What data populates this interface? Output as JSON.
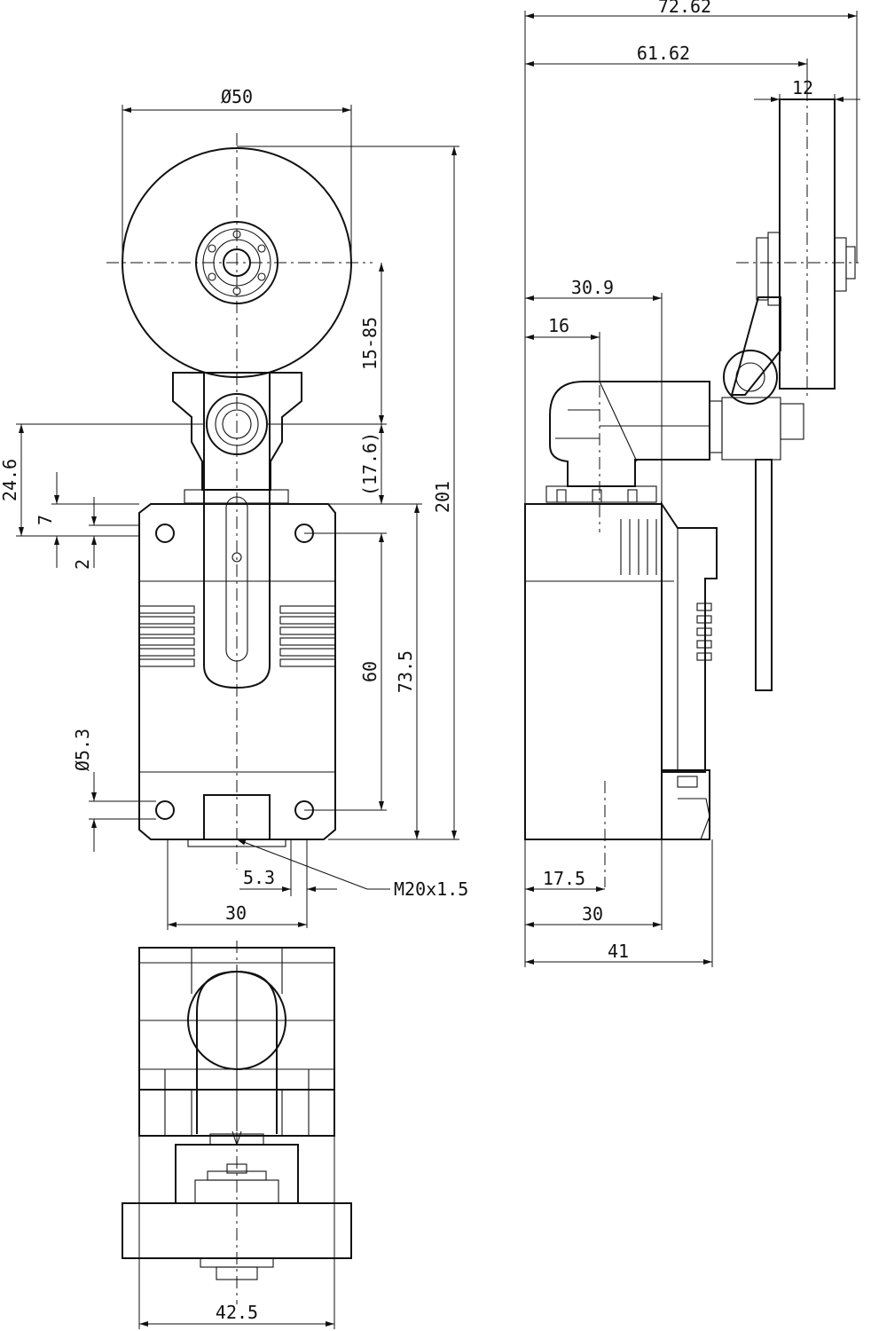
{
  "drawing": {
    "front_view": {
      "roller_diameter": "Ø50",
      "lever_range": "15-85",
      "pivot_offset": "(17.6)",
      "overall_height": "201",
      "body_height": "73.5",
      "mount_hole_spacing_v": "60",
      "pivot_height": "24.6",
      "top_offset": "7",
      "flange_offset": "2",
      "hole_diameter": "Ø5.3",
      "conduit_offset": "5.3",
      "conduit_thread": "M20x1.5",
      "mount_hole_spacing_h": "30"
    },
    "side_view": {
      "overall_depth": "72.62",
      "roller_axis_depth": "61.62",
      "roller_width": "12",
      "head_depth": "30.9",
      "head_offset": "16",
      "conduit_depth": "17.5",
      "body_depth": "30",
      "total_depth": "41"
    },
    "bottom_view": {
      "width": "42.5"
    }
  }
}
